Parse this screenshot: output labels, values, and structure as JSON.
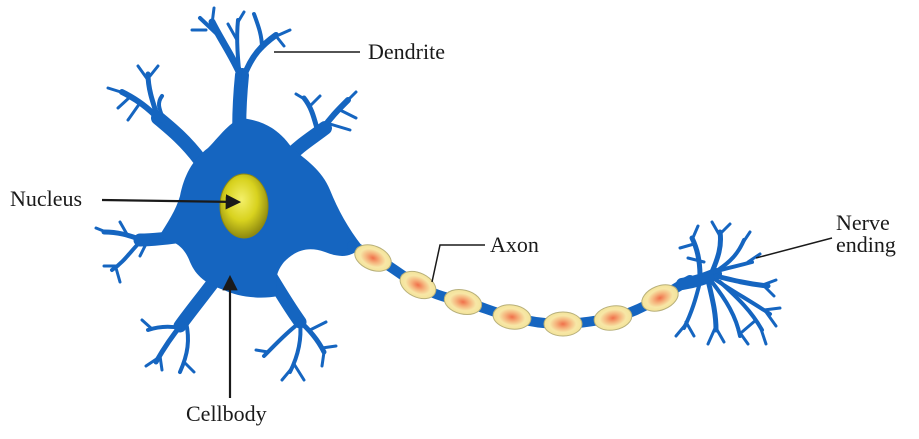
{
  "labels": {
    "dendrite": "Dendrite",
    "nucleus": "Nucleus",
    "axon": "Axon",
    "nerve_ending_line1": "Nerve",
    "nerve_ending_line2": "ending",
    "cellbody": "Cellbody"
  },
  "colors": {
    "neuron": "#1565c0",
    "nucleus": "#c9c41a",
    "myelin": "#f2e8a8",
    "myelin_core": "#f08a5a",
    "text": "#1a1a1a"
  }
}
